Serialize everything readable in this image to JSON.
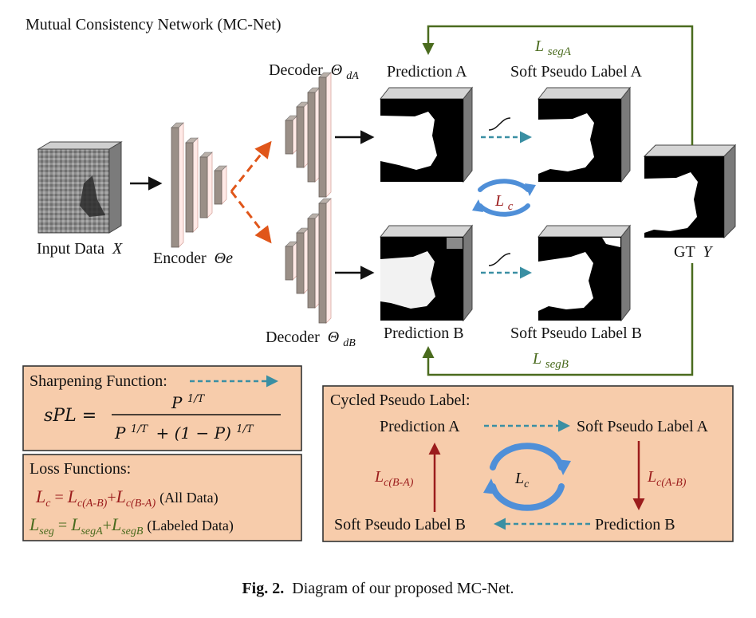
{
  "title": "Mutual Consistency Network (MC-Net)",
  "input_label": "Input Data",
  "input_var": "X",
  "encoder_label": "Encoder",
  "encoder_var": "Θe",
  "decoder_label": "Decoder",
  "decoder_a_sym": "Θ",
  "decoder_a_sub": "dA",
  "decoder_b_sym": "Θ",
  "decoder_b_sub": "dB",
  "prediction_a": "Prediction A",
  "prediction_b": "Prediction B",
  "soft_pl_a": "Soft Pseudo Label A",
  "soft_pl_b": "Soft Pseudo Label B",
  "gt_label": "GT",
  "gt_var": "Y",
  "loss_l": "L",
  "seg_a_sub": "segA",
  "seg_b_sub": "segB",
  "lc_sub": "c",
  "sharpening": {
    "heading": "Sharpening Function:",
    "lhs": "sPL =",
    "numerator": "P",
    "exp": "1/T",
    "den_plus": "+ (1 − P)"
  },
  "loss_box": {
    "heading": "Loss Functions:",
    "lc_sub": "c",
    "eq": "=",
    "lc_ab_sub": "c(A-B)",
    "plus": "+",
    "lc_ba_sub": "c(B-A)",
    "lc_note": "(All Data)",
    "lseg_sub": "seg",
    "lsega_sub": "segA",
    "lsegb_sub": "segB",
    "lseg_note": "(Labeled Data)"
  },
  "cycled": {
    "heading": "Cycled Pseudo Label:",
    "pred_a": "Prediction A",
    "soft_a": "Soft Pseudo Label A",
    "pred_b": "Prediction B",
    "soft_b": "Soft Pseudo Label B",
    "lc_ba_sub": "c(B-A)",
    "lc_ab_sub": "c(A-B)",
    "lc_sub": "c"
  },
  "caption": {
    "bold": "Fig. 2.",
    "text": "Diagram of our proposed MC-Net."
  },
  "colors": {
    "panel": "#f7ccab",
    "dashed_arrow": "#3a8fa3",
    "orange_arrow": "#e0561a",
    "green_line": "#4a6b1e",
    "red_text": "#9b1c1c",
    "cycle_blue": "#4f8fd8",
    "layer_gray": "#9a8f87"
  }
}
